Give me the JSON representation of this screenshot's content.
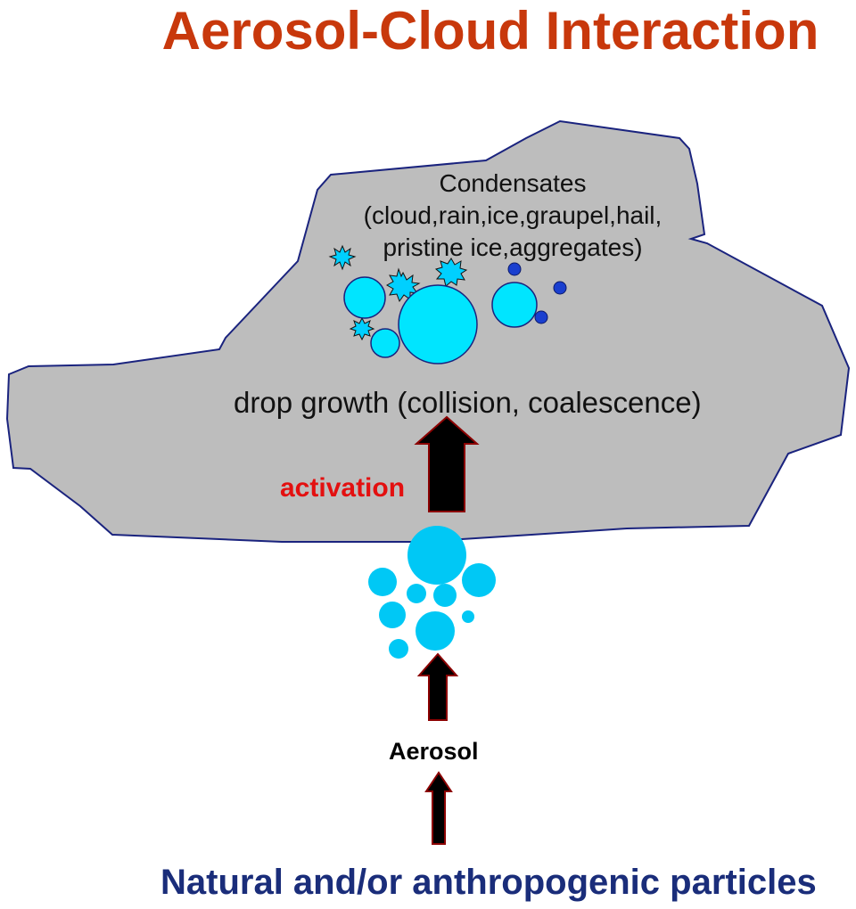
{
  "title": "Aerosol-Cloud Interaction",
  "cloud": {
    "condensates_line1": "Condensates",
    "condensates_line2": "(cloud,rain,ice,graupel,hail,",
    "condensates_line3": "pristine ice,aggregates)",
    "drop_growth": "drop growth (collision, coalescence)",
    "activation": "activation"
  },
  "aerosol_label": "Aerosol",
  "source_label": "Natural and/or anthropogenic particles",
  "colors": {
    "title": "#c8380c",
    "cloud_fill": "#bdbdbd",
    "cloud_stroke": "#1a237e",
    "drop": "#00e5ff",
    "aerosol_drop": "#00c8f5",
    "small_drop": "#1a3fcf",
    "activation": "#e31010",
    "source": "#1a2d7a",
    "arrow": "#000000",
    "arrow_edge": "#8b0000"
  },
  "icons": [
    "ice-crystal-icon",
    "cloud-droplet-icon",
    "aerosol-particle-icon",
    "up-arrow-icon"
  ]
}
